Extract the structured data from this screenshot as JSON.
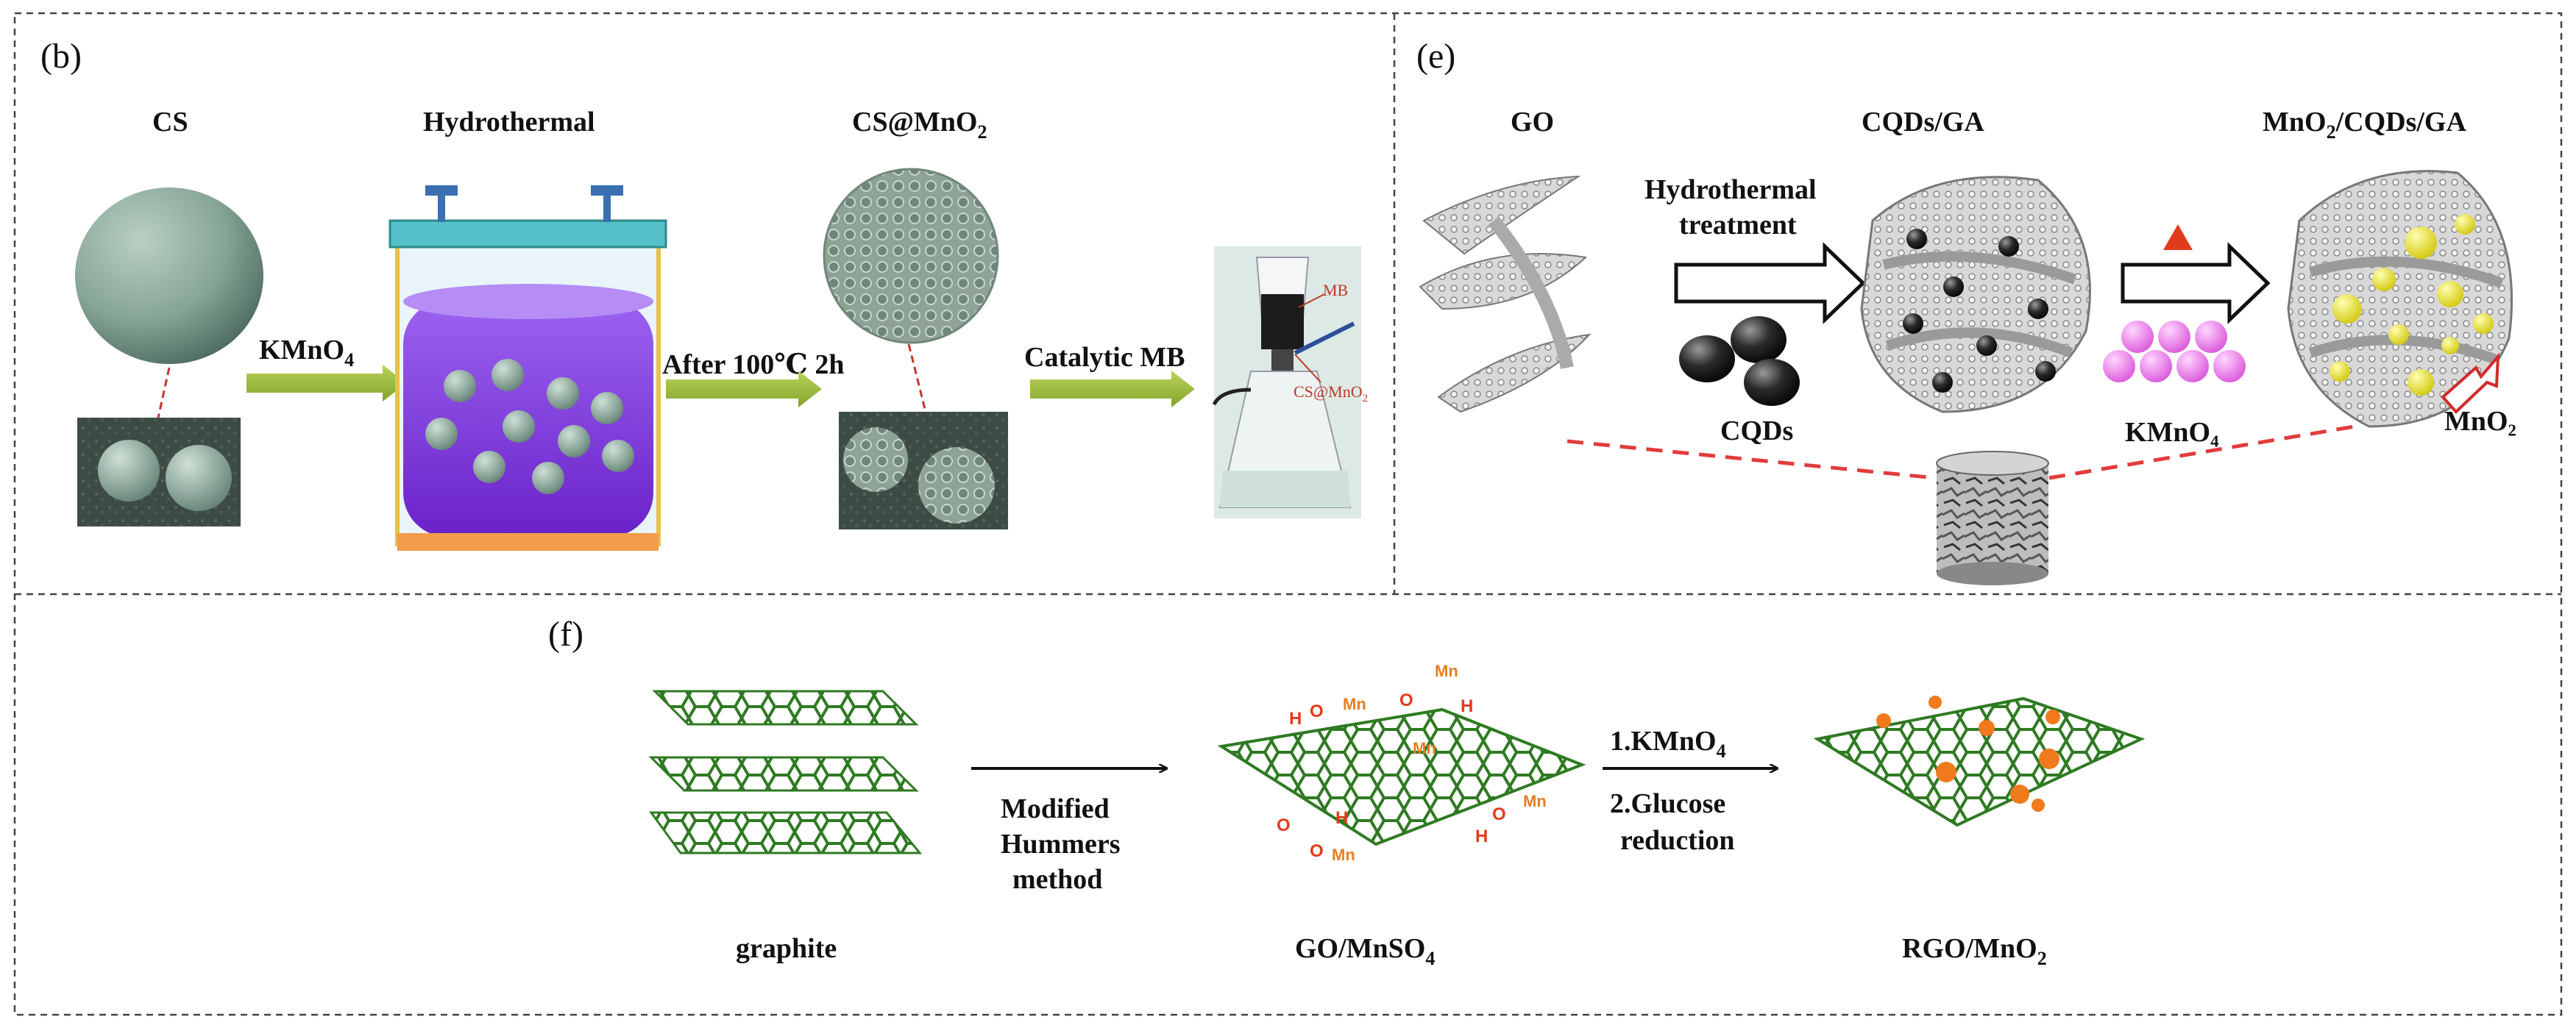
{
  "colors": {
    "green_arrow": "#9bbb3e",
    "sphere": "#8fa89d",
    "vessel_liquid": "#7a3bd6",
    "vessel_frame": "#2e9a9a",
    "red_dash": "#e23b3b",
    "graphene": "#2f7a23",
    "mno2_dot": "#f07a1c",
    "kmno4_ball": "#ea7bea",
    "mno2_yellow": "#f2ea2a"
  },
  "panel_b": {
    "panel_label": "(b)",
    "cs_label": "CS",
    "hydrothermal_label": "Hydrothermal",
    "csmno2_label": "CS@MnO",
    "csmno2_sub": "2",
    "arrow1_label": "KMnO",
    "arrow1_sub": "4",
    "arrow2_label": "After 100℃ 2h",
    "arrow3_label": "Catalytic  MB",
    "flask_mb": "MB",
    "flask_csmno2": "CS@MnO",
    "flask_csmno2_sub": "2"
  },
  "panel_e": {
    "panel_label": "(e)",
    "go_label": "GO",
    "cqdsga_label": "CQDs/GA",
    "final_label_a": "MnO",
    "final_label_sub": "2",
    "final_label_b": "/CQDs/GA",
    "arrow1_line1": "Hydrothermal",
    "arrow1_line2": "treatment",
    "cqds_label": "CQDs",
    "kmno4_label": "KMnO₄",
    "mno2_label": "MnO₂"
  },
  "panel_f": {
    "panel_label": "(f)",
    "graphite_label": "graphite",
    "gomnso4_label": "GO/MnSO",
    "gomnso4_sub": "4",
    "rgomno2_label": "RGO/MnO",
    "rgomno2_sub": "2",
    "arrow1_line1": "Modified",
    "arrow1_line2": "Hummers",
    "arrow1_line3": "method",
    "arrow2_line1": "1.KMnO",
    "arrow2_line1_sub": "4",
    "arrow2_line2": "2.Glucose",
    "arrow2_line3": "reduction",
    "atom_mn": "Mn",
    "atom_o": "O",
    "atom_h": "H"
  }
}
